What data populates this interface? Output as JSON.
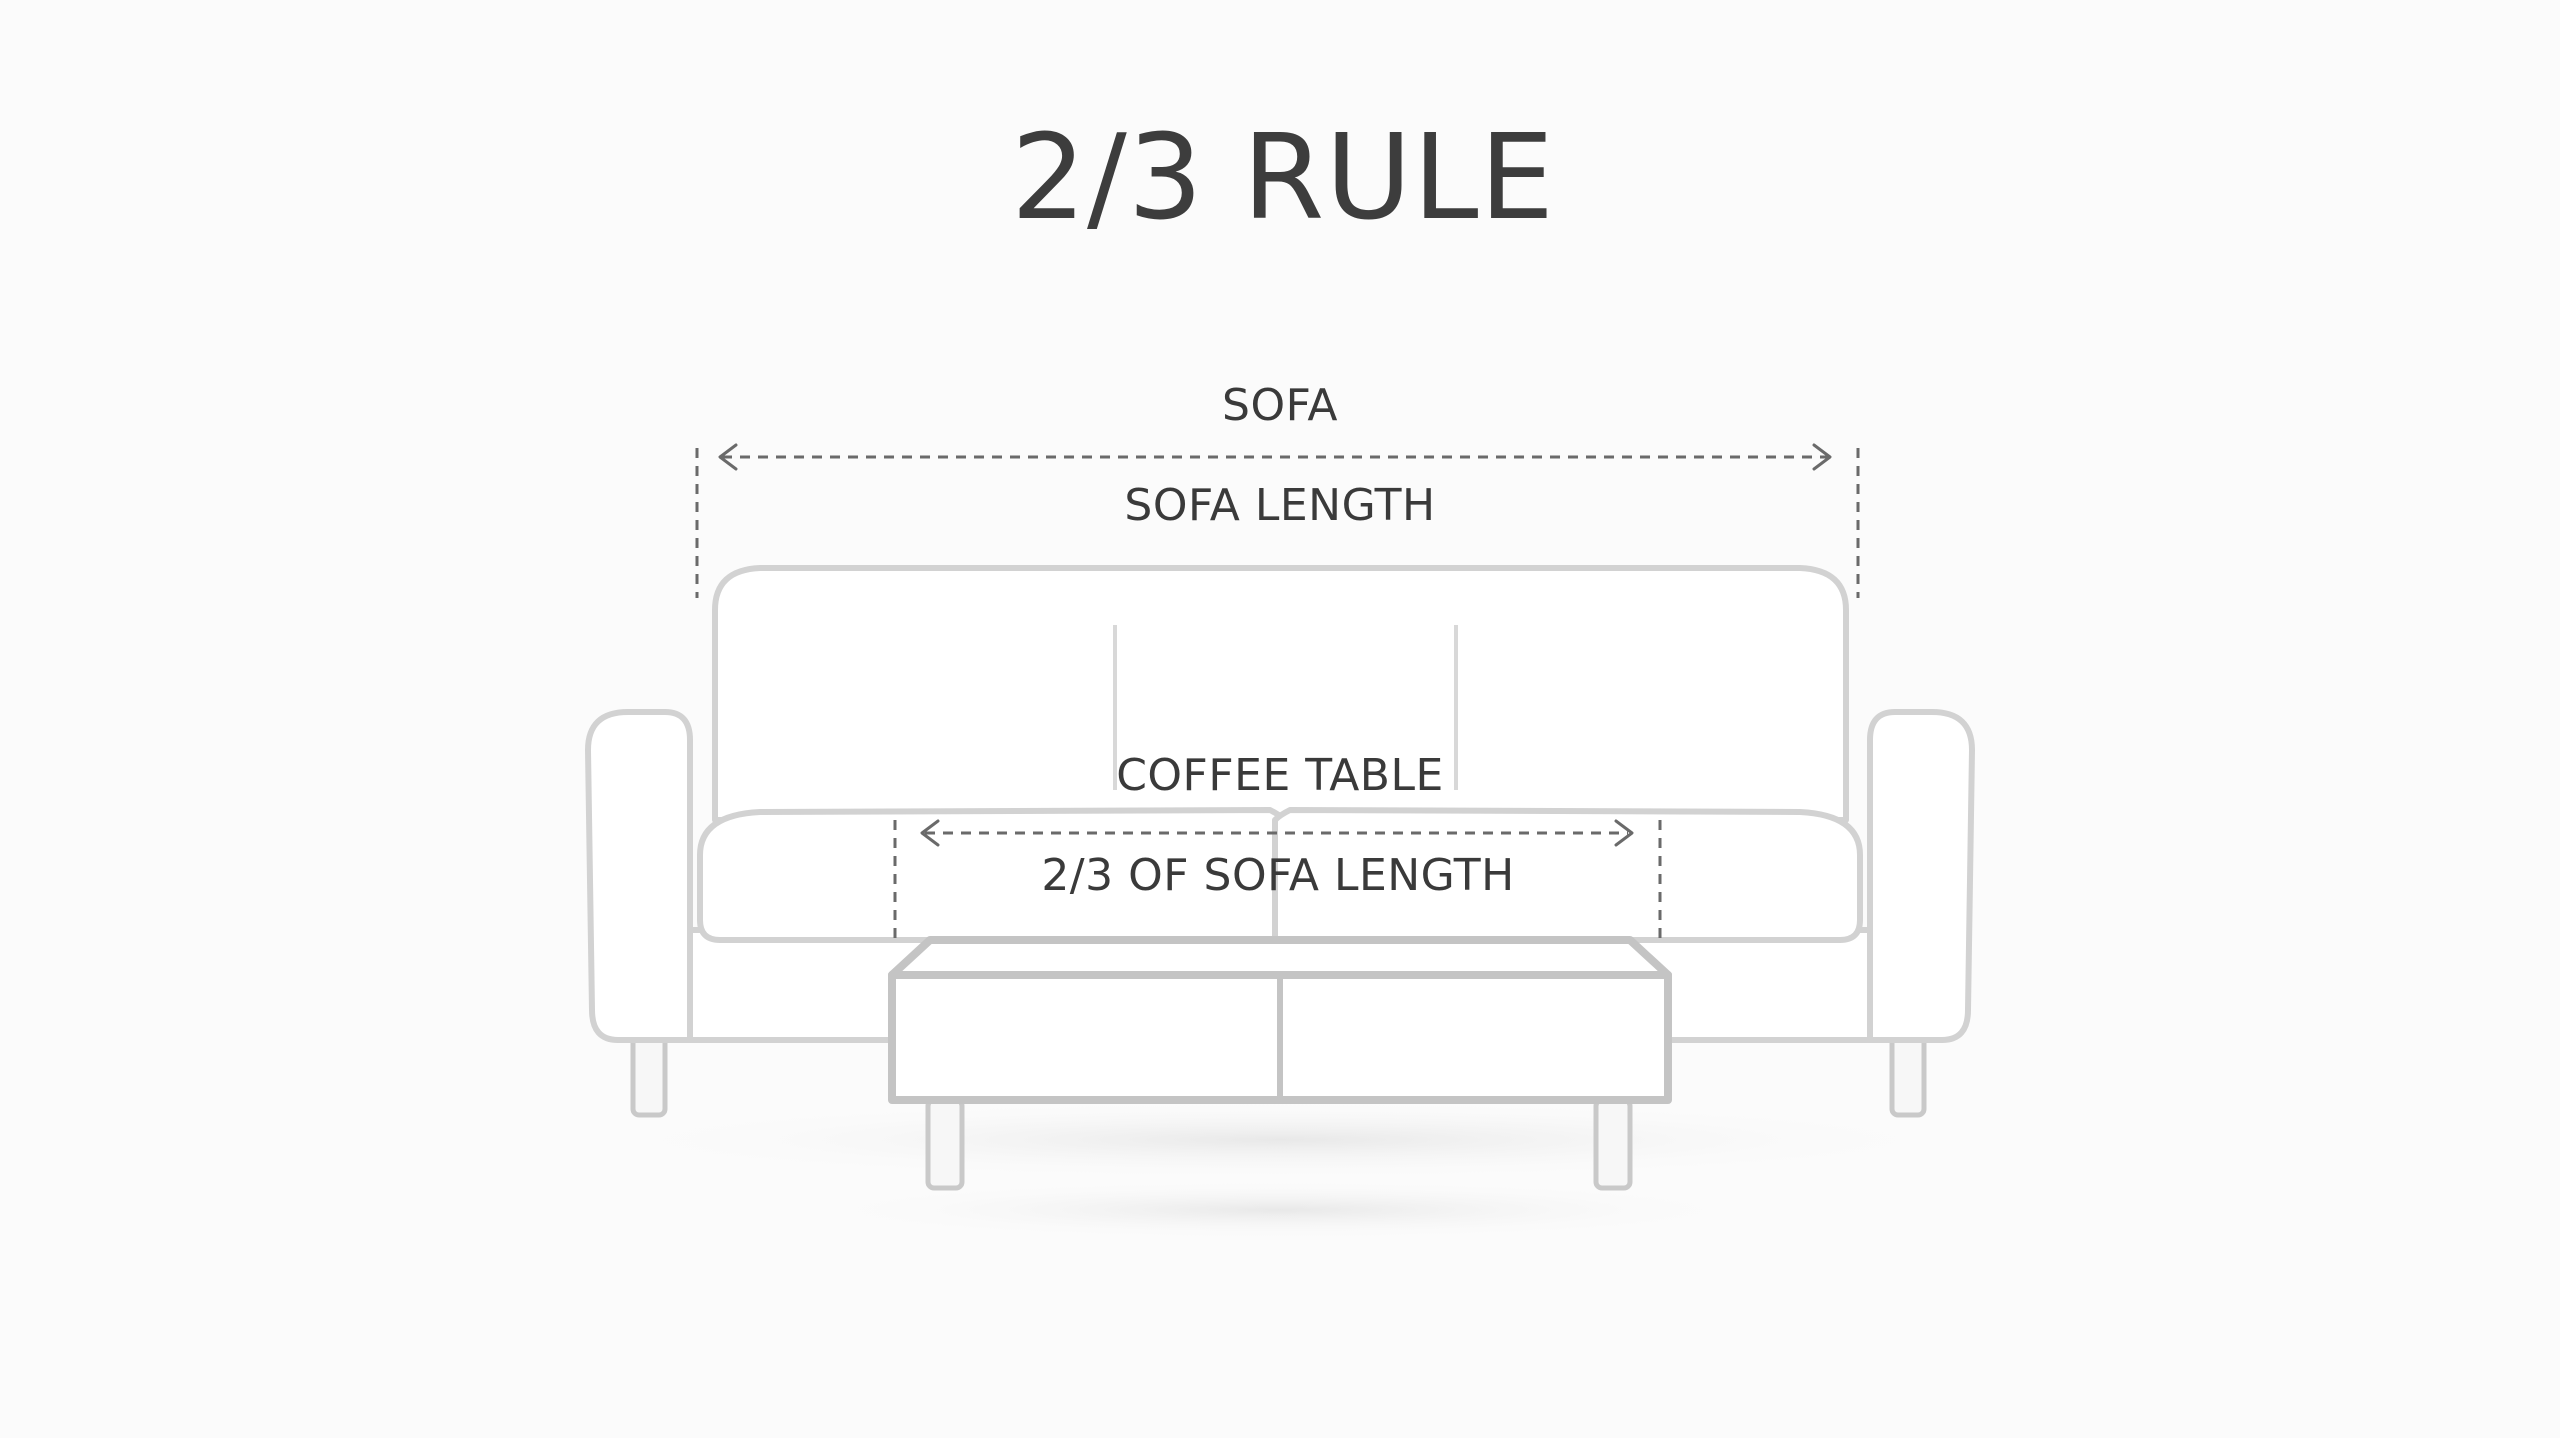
{
  "diagram": {
    "title": "2/3 RULE",
    "sofa": {
      "label": "SOFA",
      "dimension_label": "SOFA LENGTH"
    },
    "coffee_table": {
      "label": "COFFEE TABLE",
      "dimension_label": "2/3 OF SOFA LENGTH"
    }
  },
  "colors": {
    "background": "#fbfbfb",
    "text": "#3a3a3a",
    "dimension_line": "#6a6a6a",
    "furniture_outline": "#d2d2d2"
  },
  "icons": [
    "sofa-illustration",
    "coffee-table-illustration",
    "double-arrow-dimension"
  ]
}
